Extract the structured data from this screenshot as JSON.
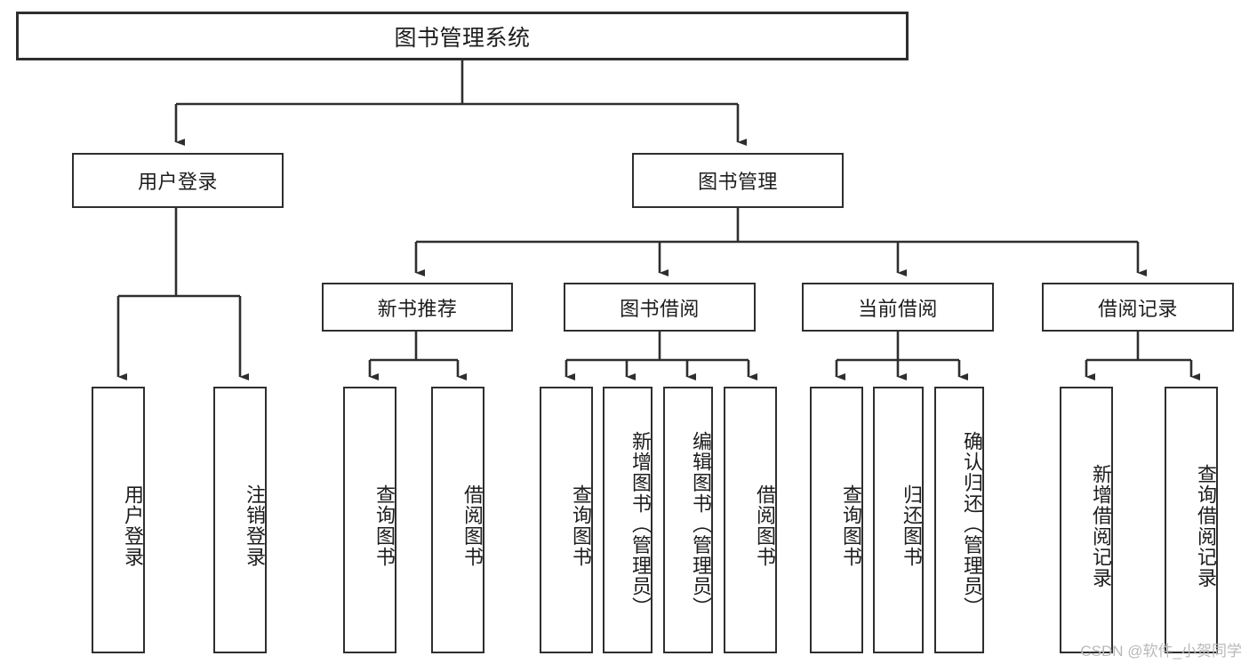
{
  "diagram": {
    "title": "图书管理系统",
    "type": "hierarchy-tree",
    "colors": {
      "box_border": "#2e2e2e",
      "box_fill": "#ffffff",
      "text": "#1d1d1d",
      "connector": "#2e2e2e",
      "watermark": "#b9b9b9",
      "background": "#ffffff"
    },
    "root": {
      "label": "图书管理系统"
    },
    "level2": [
      {
        "label": "用户登录"
      },
      {
        "label": "图书管理"
      }
    ],
    "level3": [
      {
        "label": "新书推荐"
      },
      {
        "label": "图书借阅"
      },
      {
        "label": "当前借阅"
      },
      {
        "label": "借阅记录"
      }
    ],
    "leaves": {
      "user_login": [
        {
          "label": "用户登录"
        },
        {
          "label": "注销登录"
        }
      ],
      "new_book_recommend": [
        {
          "label": "查询图书"
        },
        {
          "label": "借阅图书"
        }
      ],
      "book_borrow": [
        {
          "label": "查询图书"
        },
        {
          "label": "新增图书（管理员）"
        },
        {
          "label": "编辑图书（管理员）"
        },
        {
          "label": "借阅图书"
        }
      ],
      "current_borrow": [
        {
          "label": "查询图书"
        },
        {
          "label": "归还图书"
        },
        {
          "label": "确认归还（管理员）"
        }
      ],
      "borrow_record": [
        {
          "label": "新增借阅记录"
        },
        {
          "label": "查询借阅记录"
        }
      ]
    }
  },
  "watermark": {
    "text": "CSDN @软件_小贺同学"
  }
}
